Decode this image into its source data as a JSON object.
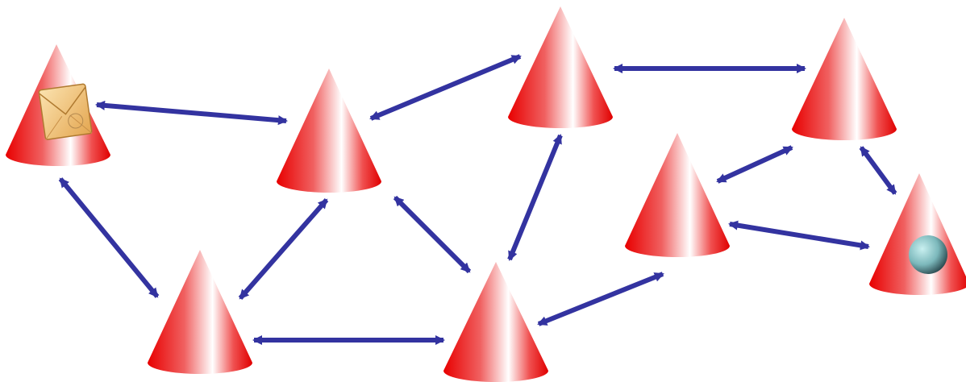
{
  "diagram": {
    "nodes": [
      {
        "id": "n1",
        "icon": "envelope-icon"
      },
      {
        "id": "n2"
      },
      {
        "id": "n3"
      },
      {
        "id": "n4"
      },
      {
        "id": "n5"
      },
      {
        "id": "n6"
      },
      {
        "id": "n7"
      },
      {
        "id": "n8",
        "icon": "sphere-icon"
      }
    ],
    "links": [
      [
        "n1",
        "n2"
      ],
      [
        "n1",
        "n4"
      ],
      [
        "n2",
        "n3"
      ],
      [
        "n2",
        "n4"
      ],
      [
        "n2",
        "n5"
      ],
      [
        "n4",
        "n5"
      ],
      [
        "n3",
        "n5"
      ],
      [
        "n3",
        "n6"
      ],
      [
        "n5",
        "n7"
      ],
      [
        "n7",
        "n6"
      ],
      [
        "n7",
        "n8"
      ],
      [
        "n6",
        "n8"
      ]
    ],
    "colors": {
      "cone_edge": "#e80000",
      "cone_highlight": "#ffffff",
      "arrow": "#3333a0",
      "envelope": "#f0c878",
      "sphere": "#8fc7c9"
    }
  }
}
